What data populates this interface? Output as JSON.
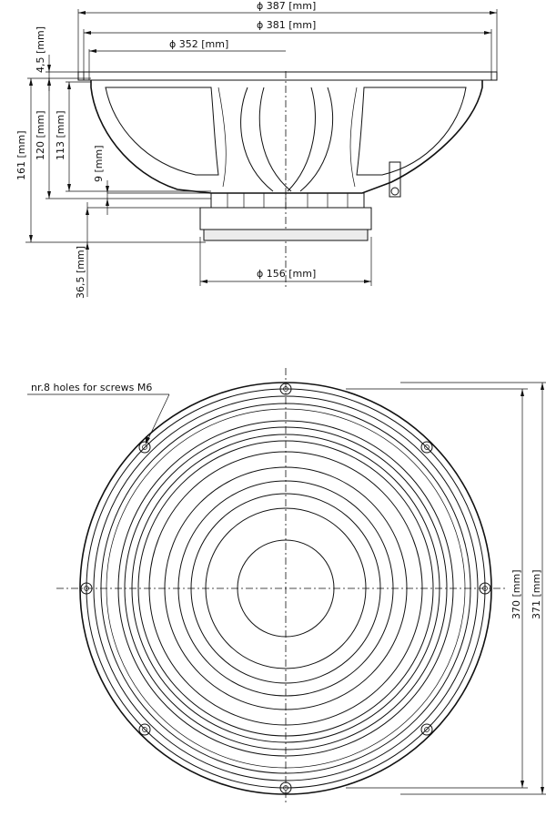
{
  "side_view": {
    "dim_outer_diameter": "ϕ  387  [mm]",
    "dim_cutout_diameter": "ϕ  381  [mm]",
    "dim_basket_diameter": "ϕ  352  [mm]",
    "dim_magnet_diameter": "ϕ  156  [mm]",
    "dim_flange_thickness": "4,5  [mm]",
    "dim_total_depth": "161  [mm]",
    "dim_depth_120": "120  [mm]",
    "dim_depth_113": "113  [mm]",
    "dim_depth_9": "9  [mm]",
    "dim_magnet_height": "36,5  [mm]"
  },
  "front_view": {
    "holes_note": "nr.8  holes  for  screws  M6",
    "dim_hole_circle": "370  [mm]",
    "dim_outer_371": "371  [mm]"
  }
}
